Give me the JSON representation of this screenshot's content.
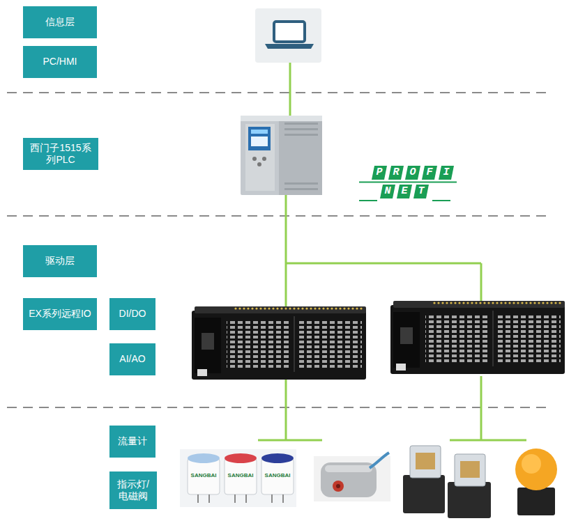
{
  "diagram": {
    "nodes": [
      {
        "text": [
          "信息层"
        ]
      },
      {
        "text": [
          "PC/HMI"
        ]
      },
      {
        "text": [
          "西门子1515系 列PLC"
        ]
      },
      {
        "text": [
          "驱动层"
        ]
      },
      {
        "text": [
          "EX系列远程IO"
        ]
      },
      {
        "text": [
          "DI/DO"
        ]
      },
      {
        "text": [
          "AI/AO"
        ]
      },
      {
        "text": [
          "流量计"
        ]
      },
      {
        "text": [
          "指示灯/ 电磁阀"
        ]
      }
    ],
    "labels": [
      "PROFI",
      "NET",
      "SANGBAI",
      "SANGBAI",
      "SANGBAI"
    ]
  }
}
